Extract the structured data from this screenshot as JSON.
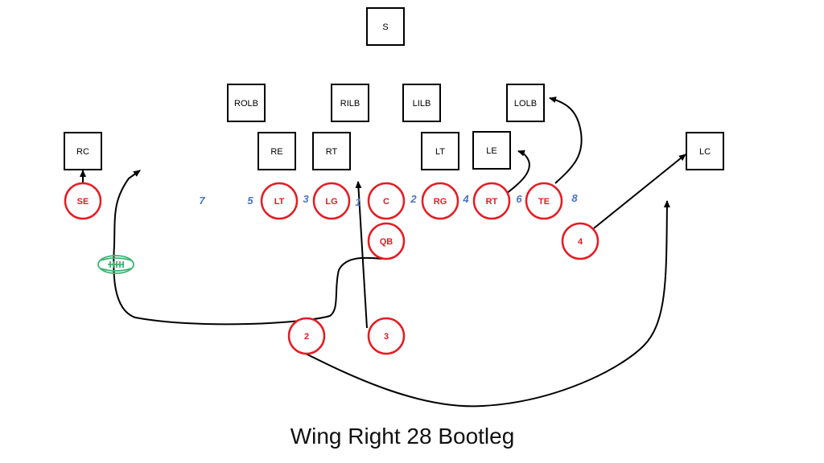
{
  "title": "Wing Right 28 Bootleg",
  "colors": {
    "offense": "#e51c23",
    "defense": "#000000",
    "hole_numbers": "#4a74c4",
    "ball": "#3cb371",
    "routes": "#000000"
  },
  "defense": {
    "s": "S",
    "rolb": "ROLB",
    "rilb": "RILB",
    "lilb": "LILB",
    "lolb": "LOLB",
    "rc": "RC",
    "re": "RE",
    "rt": "RT",
    "lt": "LT",
    "le": "LE",
    "lc": "LC"
  },
  "offense": {
    "se": "SE",
    "lt": "LT",
    "lg": "LG",
    "c": "C",
    "rg": "RG",
    "rt": "RT",
    "te": "TE",
    "qb": "QB",
    "back_2": "2",
    "back_3": "3",
    "wing_4": "4"
  },
  "hole_numbers": {
    "h7": "7",
    "h5": "5",
    "h3": "3",
    "h1": "1",
    "h2": "2",
    "h4": "4",
    "h6": "6",
    "h8": "8"
  },
  "icons": {
    "ball": "football-icon"
  }
}
